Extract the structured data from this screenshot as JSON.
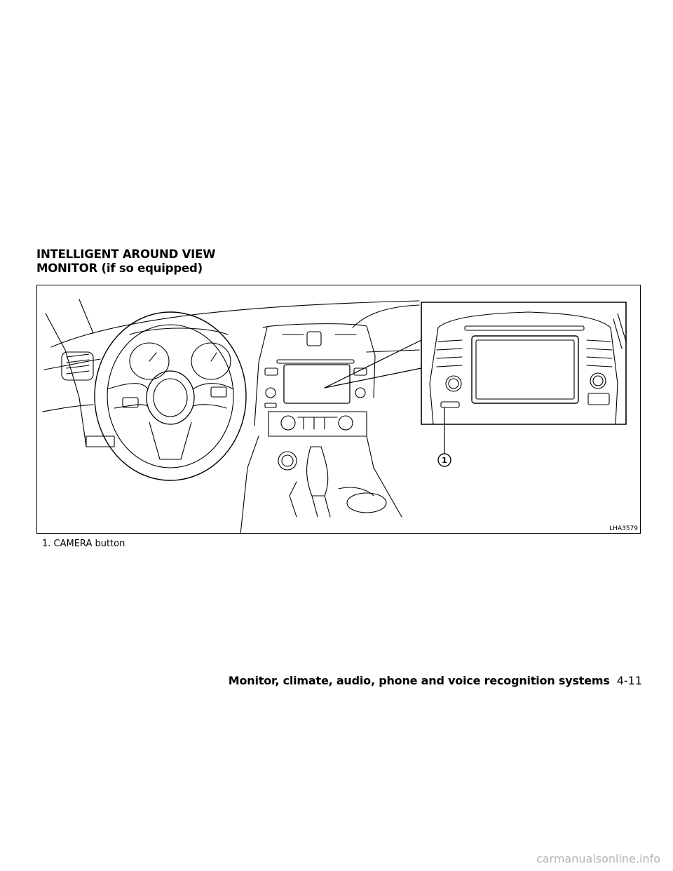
{
  "section": {
    "title_line1": "INTELLIGENT AROUND VIEW",
    "title_line2": "MONITOR (if so equipped)"
  },
  "figure": {
    "code": "LHA3579",
    "callout_number": "1",
    "caption": "1.  CAMERA button"
  },
  "footer": {
    "chapter": "Monitor, climate, audio, phone and voice recognition systems",
    "page": "4-11"
  },
  "watermark": "carmanualsonline.info"
}
